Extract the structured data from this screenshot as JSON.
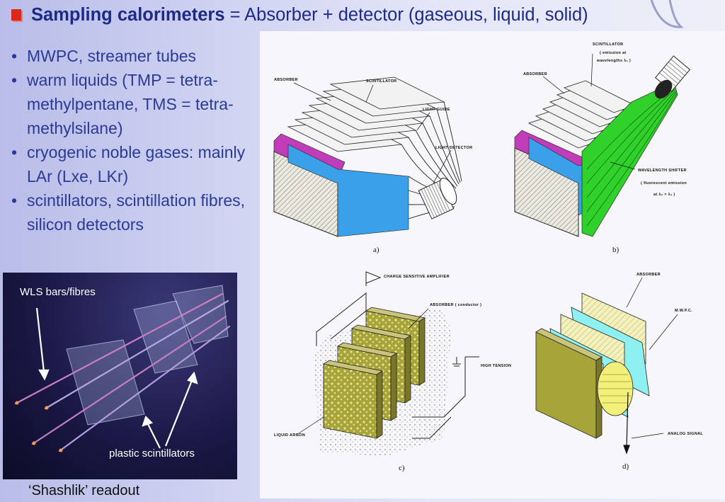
{
  "title": {
    "bold": "Sampling calorimeters",
    "rest": " = Absorber + detector (gaseous, liquid, solid)"
  },
  "bullets": [
    "MWPC, streamer tubes",
    "warm liquids (TMP = tetra-methylpentane, TMS = tetra-methylsilane)",
    "cryogenic noble gases: mainly LAr (Lxe, LKr)",
    "scintillators, scintillation fibres, silicon detectors"
  ],
  "photo": {
    "label_wls": "WLS bars/fibres",
    "label_plastic": "plastic scintillators",
    "caption": "‘Shashlik’ readout"
  },
  "diagrams": {
    "a": {
      "sublabel": "a)",
      "absorber": "ABSORBER",
      "scintillator": "SCINTILLATOR",
      "light_guide": "LIGHT GUIDE",
      "light_detector": "LIGHT DETECTOR"
    },
    "b": {
      "sublabel": "b)",
      "absorber": "ABSORBER",
      "scintillator": "SCINTILLATOR",
      "scint_note1": "( emission at",
      "scint_note2": "wavelengths λ₁ )",
      "shifter": "WAVELENGTH SHIFTER",
      "shifter_note1": "( fluorescent emission",
      "shifter_note2": "at λ₂ > λ₁ )"
    },
    "c": {
      "sublabel": "c)",
      "amplifier": "CHARGE SENSITIVE AMPLIFIER",
      "absorber": "ABSORBER ( conductor )",
      "high_tension": "HIGH TENSION",
      "liquid_argon": "LIQUID ARGON"
    },
    "d": {
      "sublabel": "d)",
      "absorber": "ABSORBER",
      "mwpc": "M.W.P.C.",
      "analog_signal": "ANALOG SIGNAL"
    }
  },
  "colors": {
    "title": "#1d2a8a",
    "bullet_text": "#2a3a96",
    "scintillator_blue": "#3aa0ea",
    "shifter_green": "#2fd12a",
    "absorber_olive": "#a7a43a",
    "mwpc_cyan": "#8ef0f0",
    "accent_magenta": "#c03cb8"
  }
}
